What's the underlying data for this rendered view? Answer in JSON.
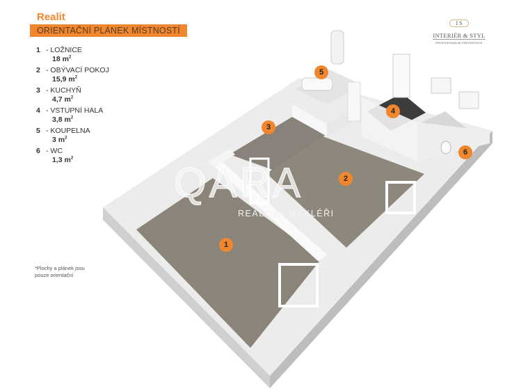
{
  "header": {
    "title": "ORIENTAČNÍ PLÁNEK MÍSTNOSTÍ",
    "brand_overlay": "Realit"
  },
  "rooms": [
    {
      "number": "1",
      "name": "- LOŽNICE",
      "area": "18 m",
      "unit_sup": "2"
    },
    {
      "number": "2",
      "name": "- OBÝVACÍ POKOJ",
      "area": "15,9 m",
      "unit_sup": "2"
    },
    {
      "number": "3",
      "name": "- KUCHYŇ",
      "area": "4,7 m",
      "unit_sup": "2"
    },
    {
      "number": "4",
      "name": "- VSTUPNÍ HALA",
      "area": "3,8 m",
      "unit_sup": "2"
    },
    {
      "number": "5",
      "name": "- KOUPELNA",
      "area": "3 m",
      "unit_sup": "2"
    },
    {
      "number": "6",
      "name": "- WC",
      "area": "1,3 m",
      "unit_sup": "2"
    }
  ],
  "note": "*Plochy  a plánek jsou pouze orientační",
  "logo": {
    "monogram": "I S",
    "title": "INTERIÉR & STYL",
    "subtitle": "PROFESIONÁLNÍ PREZENTACE"
  },
  "watermark": {
    "name": "QARA",
    "tagline": "REALITNÍ MAKLÉŘI"
  },
  "colors": {
    "accent": "#f0872e",
    "floor": "#8a8378",
    "wall": "#f2f2f2",
    "hall_floor": "#3c3c3c"
  }
}
